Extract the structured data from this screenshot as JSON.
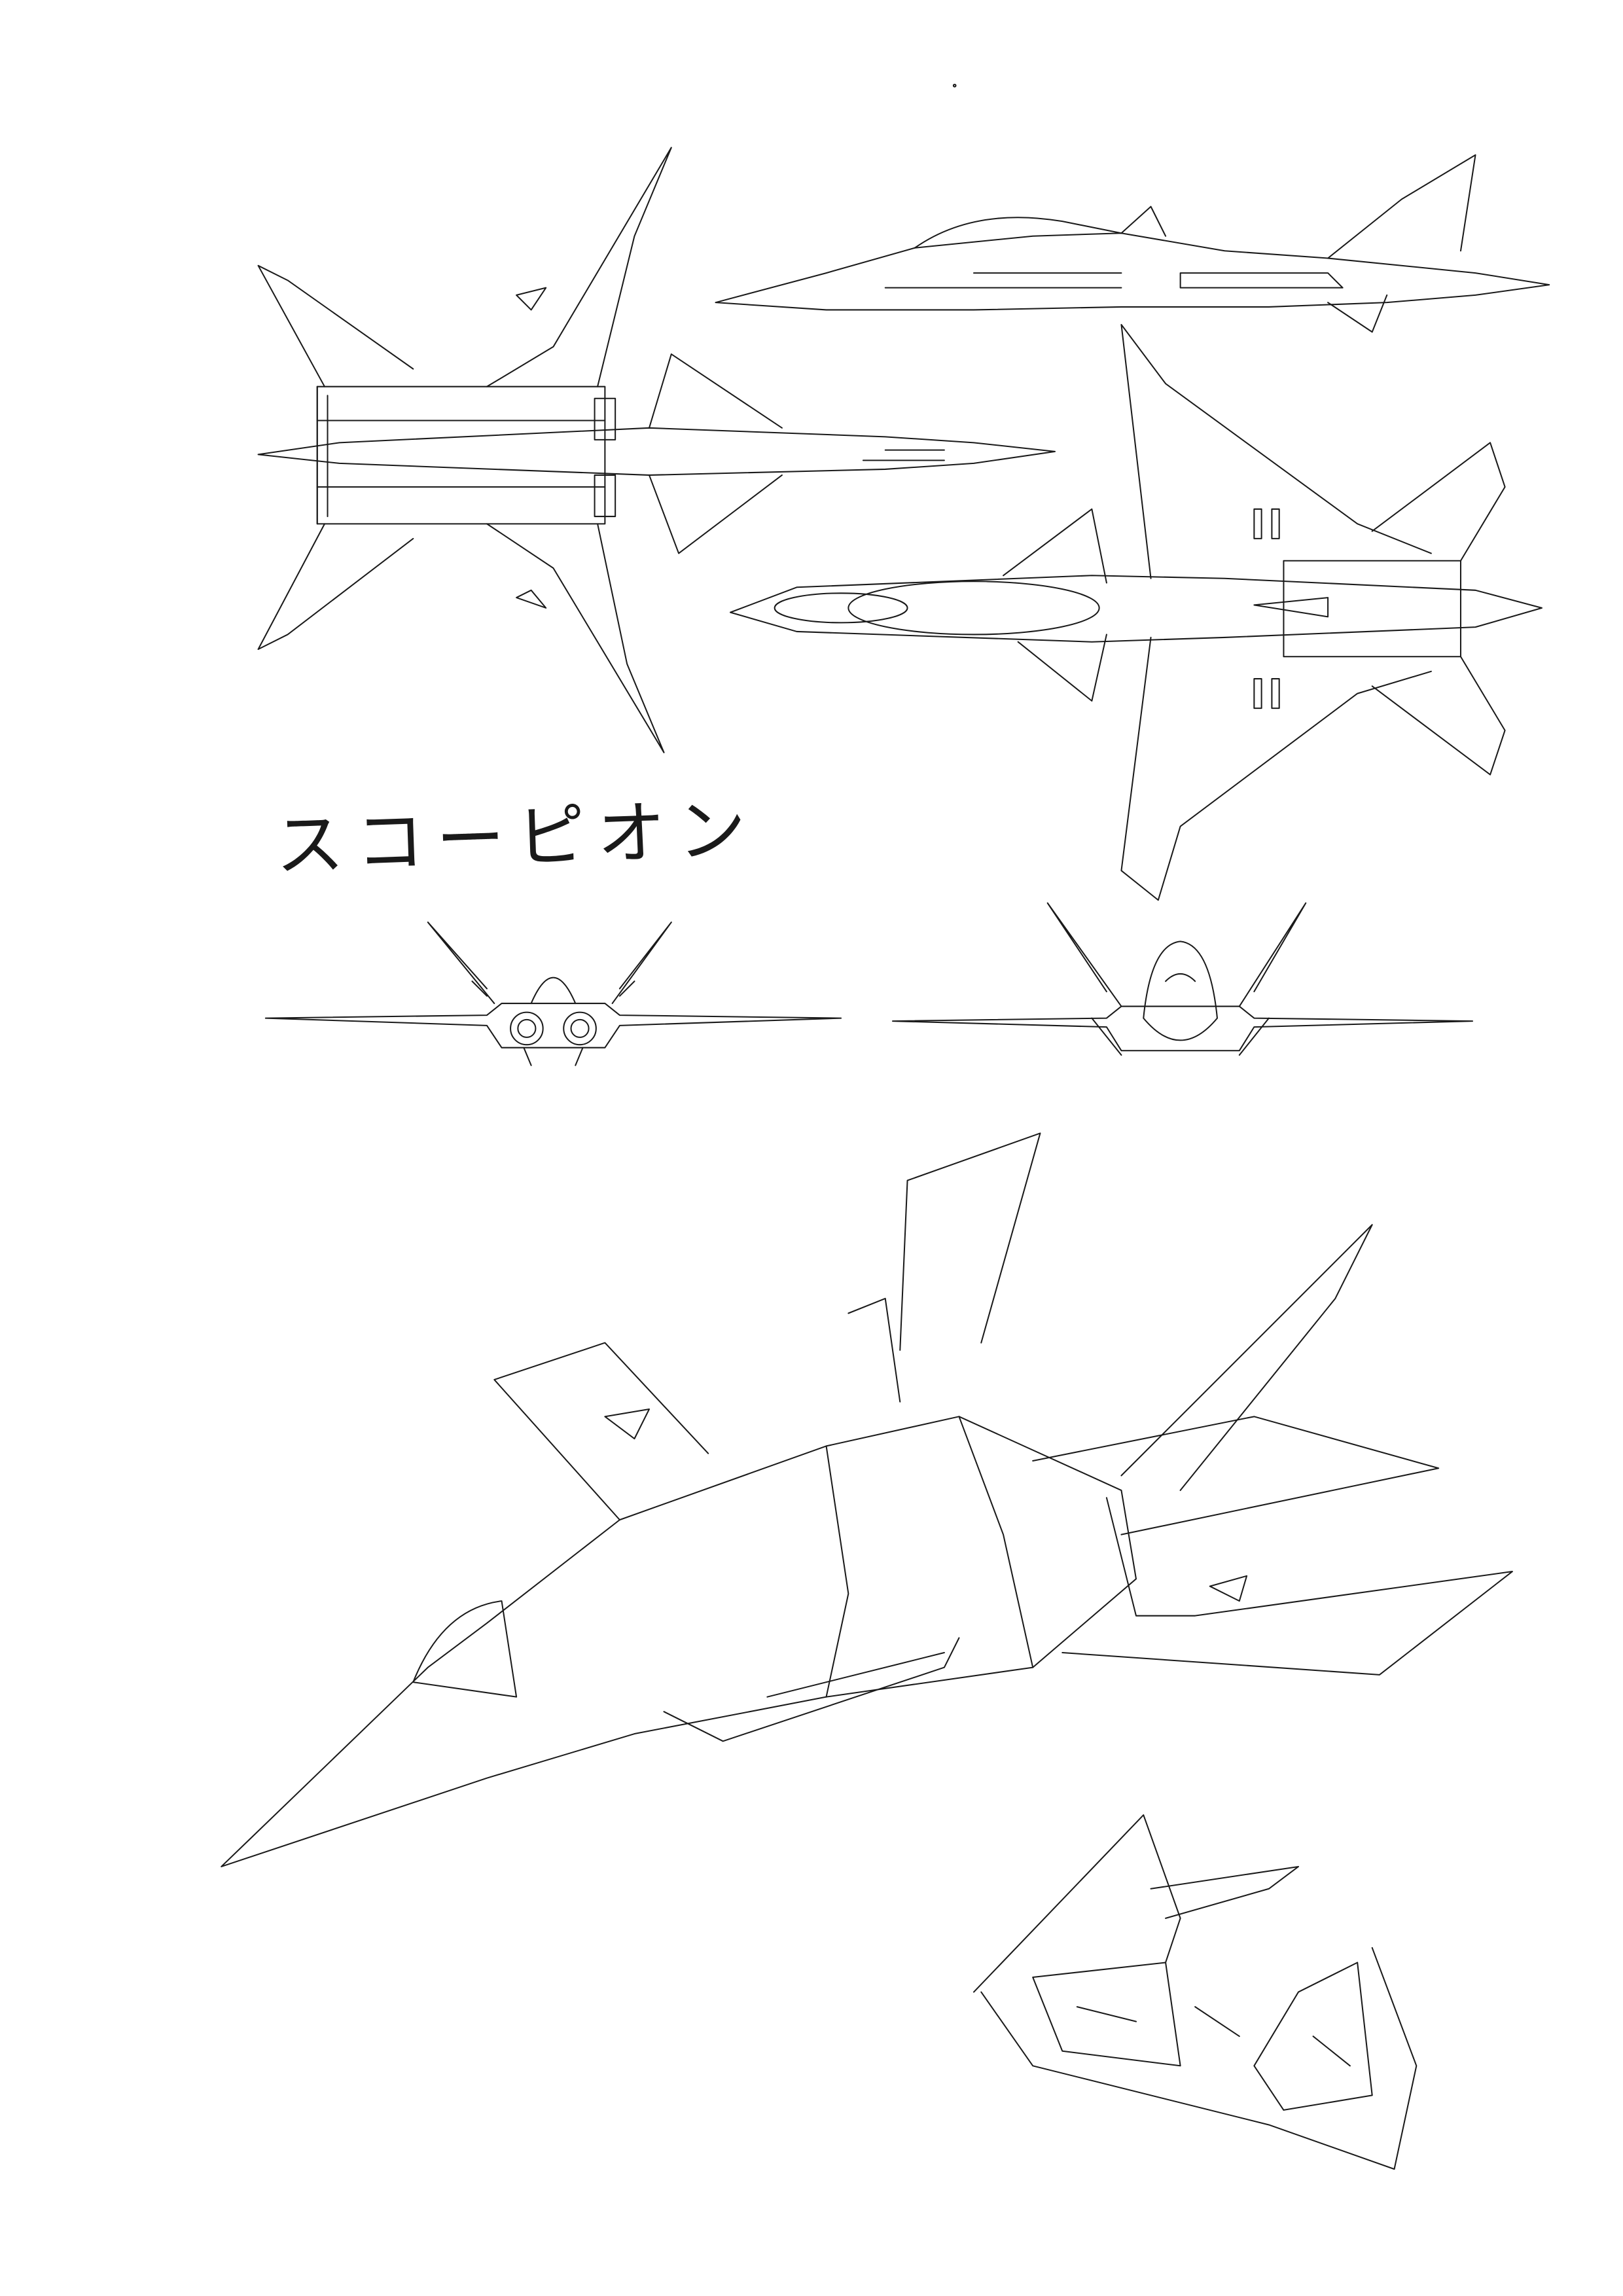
{
  "sheet": {
    "title_handwritten": "スコーピオン",
    "views": [
      "top-view",
      "side-view",
      "bottom-view",
      "rear-view",
      "front-view",
      "perspective-view",
      "cockpit-detail"
    ]
  }
}
